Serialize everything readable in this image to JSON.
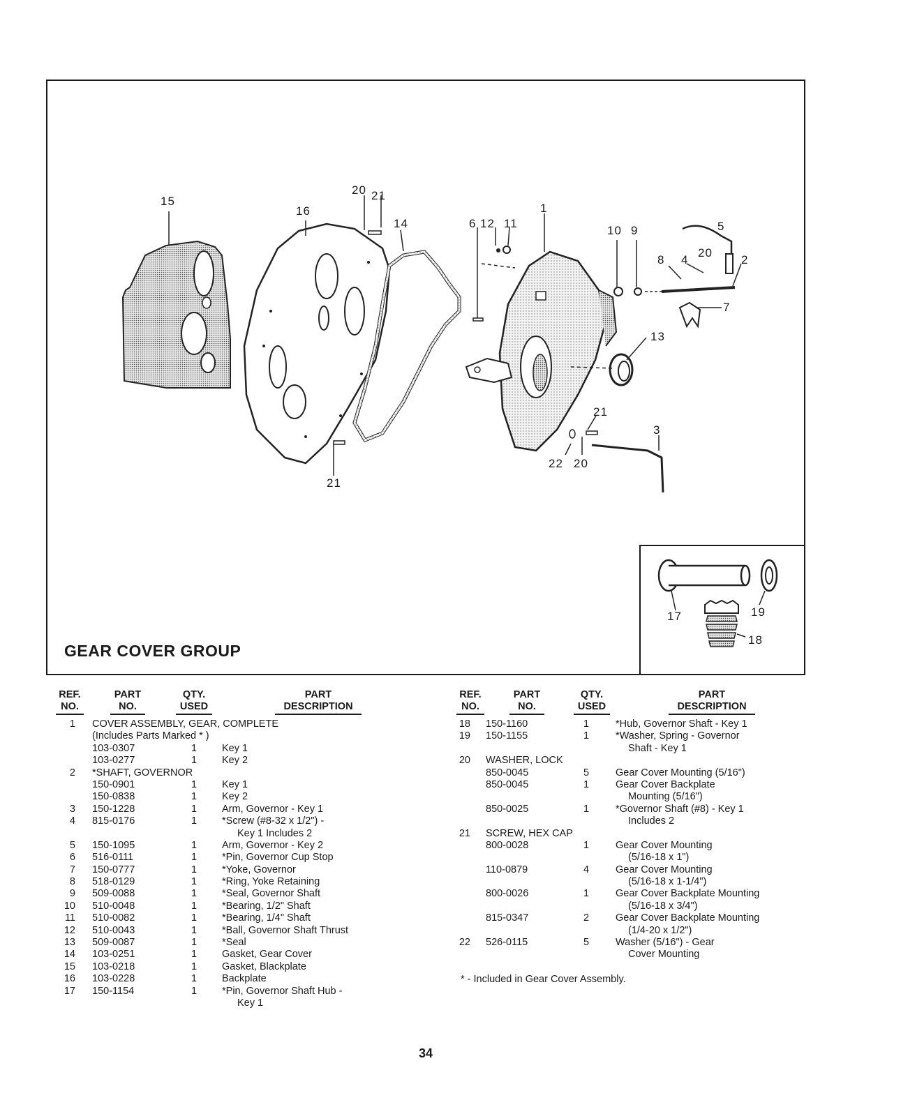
{
  "figure": {
    "title": "GEAR COVER GROUP",
    "callouts": [
      "15",
      "16",
      "20",
      "21",
      "14",
      "6",
      "12",
      "11",
      "1",
      "10",
      "9",
      "5",
      "8",
      "4",
      "20",
      "2",
      "7",
      "13",
      "21",
      "3",
      "22",
      "20",
      "21"
    ],
    "inset_callouts": [
      "17",
      "19",
      "18"
    ]
  },
  "table_headers": {
    "ref": [
      "REF.",
      "NO."
    ],
    "part": [
      "PART",
      "NO."
    ],
    "qty": [
      "QTY.",
      "USED"
    ],
    "desc": [
      "PART",
      "DESCRIPTION"
    ]
  },
  "left_rows": [
    {
      "ref": "1",
      "full": "COVER ASSEMBLY, GEAR, COMPLETE"
    },
    {
      "ref": "",
      "full": "(Includes Parts Marked * )"
    },
    {
      "ref": "",
      "part": "103-0307",
      "qty": "1",
      "desc": "Key 1"
    },
    {
      "ref": "",
      "part": "103-0277",
      "qty": "1",
      "desc": "Key 2"
    },
    {
      "ref": "2",
      "full": "*SHAFT, GOVERNOR"
    },
    {
      "ref": "",
      "part": "150-0901",
      "qty": "1",
      "desc": "Key 1"
    },
    {
      "ref": "",
      "part": "150-0838",
      "qty": "1",
      "desc": "Key 2"
    },
    {
      "ref": "3",
      "part": "150-1228",
      "qty": "1",
      "desc": "Arm, Governor - Key 1"
    },
    {
      "ref": "4",
      "part": "815-0176",
      "qty": "1",
      "desc": "*Screw (#8-32 x 1/2\") -"
    },
    {
      "ref": "",
      "desc2": "Key 1 Includes 2"
    },
    {
      "ref": "5",
      "part": "150-1095",
      "qty": "1",
      "desc": "Arm, Governor - Key 2"
    },
    {
      "ref": "6",
      "part": "516-0111",
      "qty": "1",
      "desc": "*Pin, Governor Cup Stop"
    },
    {
      "ref": "7",
      "part": "150-0777",
      "qty": "1",
      "desc": "*Yoke, Governor"
    },
    {
      "ref": "8",
      "part": "518-0129",
      "qty": "1",
      "desc": "*Ring, Yoke Retaining"
    },
    {
      "ref": "9",
      "part": "509-0088",
      "qty": "1",
      "desc": "*Seal, Governor Shaft"
    },
    {
      "ref": "10",
      "part": "510-0048",
      "qty": "1",
      "desc": "*Bearing, 1/2\" Shaft"
    },
    {
      "ref": "11",
      "part": "510-0082",
      "qty": "1",
      "desc": "*Bearing, 1/4\" Shaft"
    },
    {
      "ref": "12",
      "part": "510-0043",
      "qty": "1",
      "desc": "*Ball, Governor Shaft Thrust"
    },
    {
      "ref": "13",
      "part": "509-0087",
      "qty": "1",
      "desc": "*Seal"
    },
    {
      "ref": "14",
      "part": "103-0251",
      "qty": "1",
      "desc": "Gasket, Gear Cover"
    },
    {
      "ref": "15",
      "part": "103-0218",
      "qty": "1",
      "desc": "Gasket, Blackplate"
    },
    {
      "ref": "16",
      "part": "103-0228",
      "qty": "1",
      "desc": "Backplate"
    },
    {
      "ref": "17",
      "part": "150-1154",
      "qty": "1",
      "desc": "*Pin, Governor Shaft Hub -"
    },
    {
      "ref": "",
      "desc2": "Key 1"
    }
  ],
  "right_rows": [
    {
      "ref": "18",
      "part": "150-1160",
      "qty": "1",
      "desc": "*Hub, Governor Shaft - Key 1"
    },
    {
      "ref": "19",
      "part": "150-1155",
      "qty": "1",
      "desc": "*Washer, Spring - Governor"
    },
    {
      "ref": "",
      "desc2": "Shaft - Key 1"
    },
    {
      "ref": "20",
      "full": "WASHER, LOCK"
    },
    {
      "ref": "",
      "part": "850-0045",
      "qty": "5",
      "desc": "Gear Cover Mounting (5/16\")"
    },
    {
      "ref": "",
      "part": "850-0045",
      "qty": "1",
      "desc": "Gear Cover Backplate"
    },
    {
      "ref": "",
      "desc2": "Mounting (5/16\")"
    },
    {
      "ref": "",
      "part": "850-0025",
      "qty": "1",
      "desc": "*Governor Shaft (#8) - Key 1"
    },
    {
      "ref": "",
      "desc2": "Includes 2"
    },
    {
      "ref": "21",
      "full": "SCREW, HEX CAP"
    },
    {
      "ref": "",
      "part": "800-0028",
      "qty": "1",
      "desc": "Gear Cover Mounting"
    },
    {
      "ref": "",
      "desc2": "(5/16-18 x 1\")"
    },
    {
      "ref": "",
      "part": "110-0879",
      "qty": "4",
      "desc": "Gear Cover Mounting"
    },
    {
      "ref": "",
      "desc2": "(5/16-18 x 1-1/4\")"
    },
    {
      "ref": "",
      "part": "800-0026",
      "qty": "1",
      "desc": "Gear Cover Backplate Mounting"
    },
    {
      "ref": "",
      "desc2": "(5/16-18 x 3/4\")"
    },
    {
      "ref": "",
      "part": "815-0347",
      "qty": "2",
      "desc": "Gear Cover Backplate Mounting"
    },
    {
      "ref": "",
      "desc2": "(1/4-20 x 1/2\")"
    },
    {
      "ref": "22",
      "part": "526-0115",
      "qty": "5",
      "desc": "Washer (5/16\") - Gear"
    },
    {
      "ref": "",
      "desc2": "Cover Mounting"
    }
  ],
  "footnote": "* - Included in Gear Cover Assembly.",
  "page_number": "34"
}
